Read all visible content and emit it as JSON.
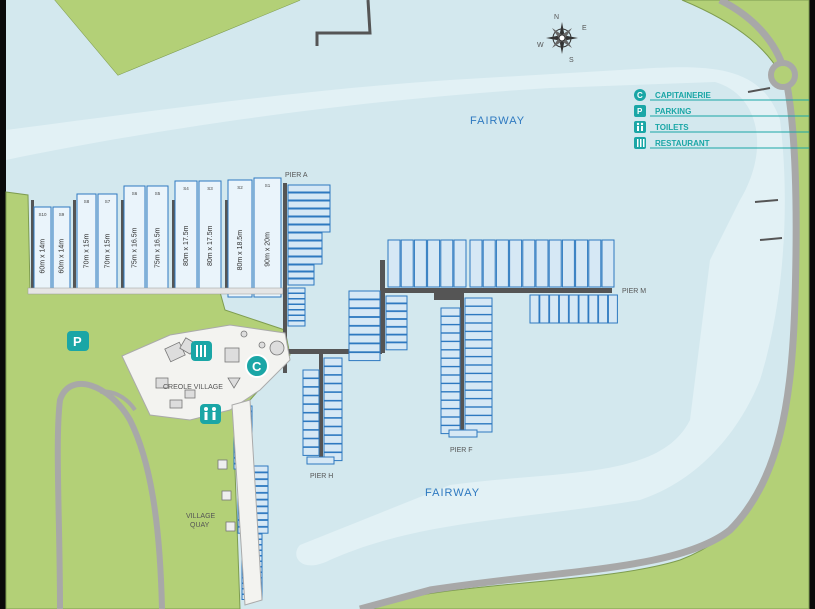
{
  "map": {
    "labels": {
      "fairway_top": "FAIRWAY",
      "fairway_bottom": "FAIRWAY",
      "pier_a": "PIER A",
      "pier_m": "PIER M",
      "pier_f": "PIER F",
      "pier_h": "PIER H",
      "creole_village": "CREOLE VILLAGE",
      "village_quay_1": "VILLAGE",
      "village_quay_2": "QUAY"
    },
    "compass": {
      "n": "N",
      "s": "S",
      "e": "E",
      "w": "W"
    },
    "legend": [
      {
        "symbol": "C",
        "label": "CAPITAINERIE"
      },
      {
        "symbol": "P",
        "label": "PARKING"
      },
      {
        "symbol": "🚻",
        "label": "TOILETS"
      },
      {
        "symbol": "🍴",
        "label": "RESTAURANT"
      }
    ],
    "markers": {
      "parking": "P",
      "capitainerie": "C"
    },
    "large_berths": [
      {
        "id": "S10",
        "size": "60m x 14m"
      },
      {
        "id": "S9",
        "size": "60m x 14m"
      },
      {
        "id": "S8",
        "size": "70m x 15m"
      },
      {
        "id": "S7",
        "size": "70m x 15m"
      },
      {
        "id": "S6",
        "size": "75m x 16.5m"
      },
      {
        "id": "S5",
        "size": "75m x 16.5m"
      },
      {
        "id": "S4",
        "size": "80m x 17.5m"
      },
      {
        "id": "S3",
        "size": "80m x 17.5m"
      },
      {
        "id": "S2",
        "size": "80m x 18.5m"
      },
      {
        "id": "S1",
        "size": "90m x 20m"
      }
    ],
    "colors": {
      "water": "#d3e8ee",
      "fairway": "#e2f1f5",
      "land": "#b3d077",
      "road": "#a8a8a8",
      "berth_blue": "#2e79c0",
      "teal": "#1aa6a6"
    }
  }
}
